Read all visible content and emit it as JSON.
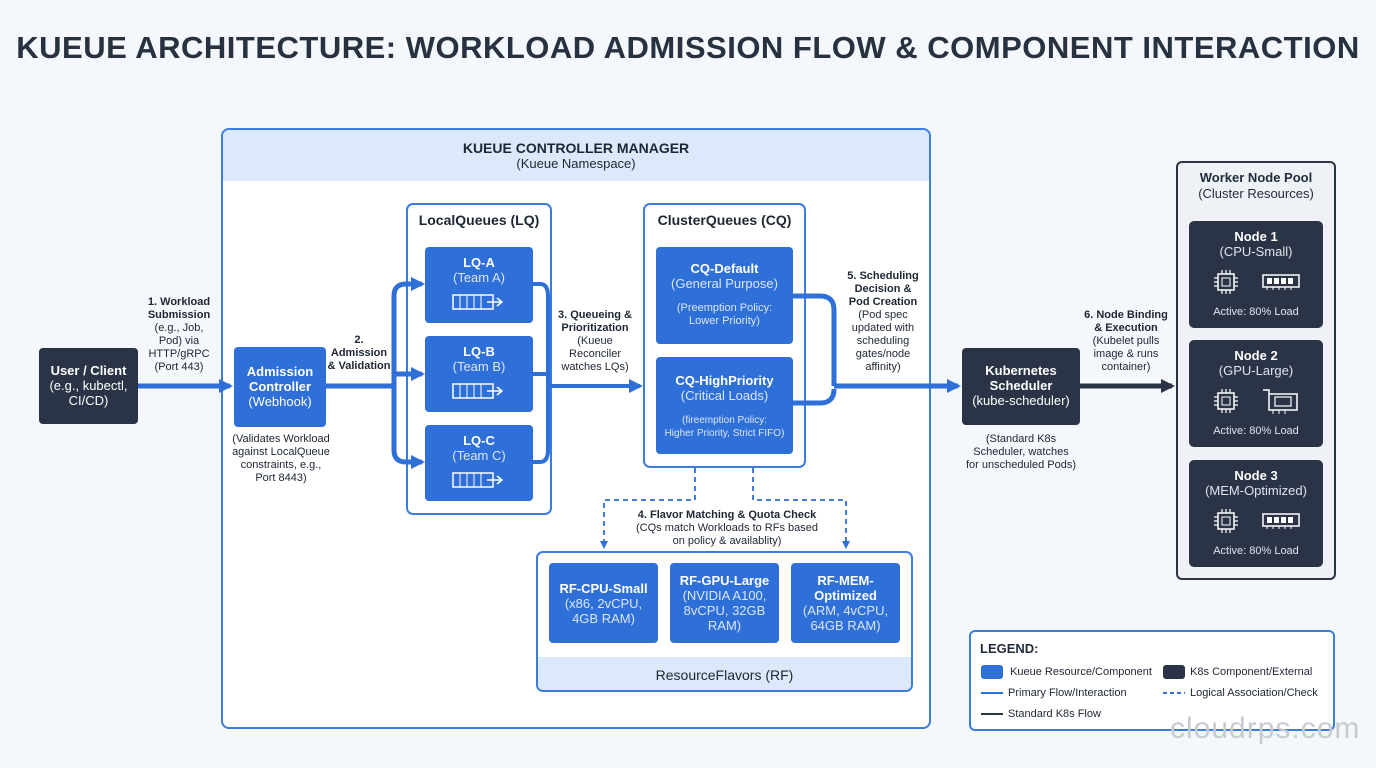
{
  "title": "KUEUE ARCHITECTURE: WORKLOAD ADMISSION FLOW & COMPONENT INTERACTION",
  "manager": {
    "title": "KUEUE CONTROLLER MANAGER",
    "subtitle": "(Kueue Namespace)"
  },
  "user": {
    "line1": "User / Client",
    "line2": "(e.g., kubectl,",
    "line3": "CI/CD)"
  },
  "admission": {
    "line1": "Admission",
    "line2": "Controller",
    "line3": "(Webhook)",
    "note": [
      "(Validates Workload",
      "against LocalQueue",
      "constraints, e.g.,",
      "Port 8443)"
    ]
  },
  "local_queues": {
    "title": "LocalQueues (LQ)",
    "items": [
      {
        "name": "LQ-A",
        "team": "(Team A)"
      },
      {
        "name": "LQ-B",
        "team": "(Team B)"
      },
      {
        "name": "LQ-C",
        "team": "(Team C)"
      }
    ]
  },
  "cluster_queues": {
    "title": "ClusterQueues (CQ)",
    "items": [
      {
        "name": "CQ-Default",
        "sub": "(General Purpose)",
        "policy1": "(Preemption Policy:",
        "policy2": "Lower Priority)"
      },
      {
        "name": "CQ-HighPriority",
        "sub": "(Critical Loads)",
        "policy1": "(fireemption Policy:",
        "policy2": "Higher Priority, Strict FIFO)"
      }
    ]
  },
  "steps": {
    "s1": {
      "title": [
        "1. Workload",
        "Submission"
      ],
      "body": [
        "(e.g., Job,",
        "Pod) via",
        "HTTP/gRPC",
        "(Port 443)"
      ]
    },
    "s2": {
      "title": [
        "2.",
        "Admission",
        "& Validation"
      ]
    },
    "s3": {
      "title": [
        "3. Queueing &",
        "Prioritization"
      ],
      "body": [
        "(Kueue",
        "Reconciler",
        "watches LQs)"
      ]
    },
    "s4": {
      "title": "4. Flavor Matching & Quota Check",
      "body": [
        "(CQs match Workloads to RFs based",
        "on policy & availablity)"
      ]
    },
    "s5": {
      "title": [
        "5. Scheduling",
        "Decision &",
        "Pod Creation"
      ],
      "body": [
        "(Pod spec",
        "updated with",
        "scheduling",
        "gates/node",
        "affinity)"
      ]
    },
    "s6": {
      "title": [
        "6. Node Binding",
        "& Execution"
      ],
      "body": [
        "(Kubelet pulls",
        "image & runs",
        "container)"
      ]
    }
  },
  "resource_flavors": {
    "title": "ResourceFlavors (RF)",
    "items": [
      {
        "name": "RF-CPU-Small",
        "l1": "(x86, 2vCPU,",
        "l2": "4GB RAM)"
      },
      {
        "name": "RF-GPU-Large",
        "l1": "(NVIDIA A100,",
        "l2": "8vCPU, 32GB",
        "l3": "RAM)"
      },
      {
        "name1": "RF-MEM-",
        "name2": "Optimized",
        "l1": "(ARM, 4vCPU,",
        "l2": "64GB RAM)"
      }
    ]
  },
  "scheduler": {
    "line1": "Kubernetes",
    "line2": "Scheduler",
    "line3": "(kube-scheduler)",
    "note": [
      "(Standard K8s",
      "Scheduler, watches",
      "for unscheduled Pods)"
    ]
  },
  "pool": {
    "title": "Worker Node Pool",
    "subtitle": "(Cluster Resources)",
    "nodes": [
      {
        "name": "Node 1",
        "type": "(CPU-Small)",
        "load": "Active: 80% Load",
        "card_icon": "memory-icon"
      },
      {
        "name": "Node 2",
        "type": "(GPU-Large)",
        "load": "Active: 80% Load",
        "card_icon": "gpu-card-icon"
      },
      {
        "name": "Node 3",
        "type": "(MEM-Optimized)",
        "load": "Active: 80% Load",
        "card_icon": "memory-icon"
      }
    ]
  },
  "legend": {
    "title": "LEGEND:",
    "kueue": "Kueue Resource/Component",
    "k8s": "K8s Component/External",
    "primary": "Primary Flow/Interaction",
    "logical": "Logical Association/Check",
    "standard": "Standard K8s Flow"
  },
  "watermark": "cloudrps.com",
  "colors": {
    "kueue_blue": "#2f6fd8",
    "k8s_dark": "#2b3446",
    "panel_border": "#3b7ddd",
    "header_fill": "#dce9fa"
  }
}
